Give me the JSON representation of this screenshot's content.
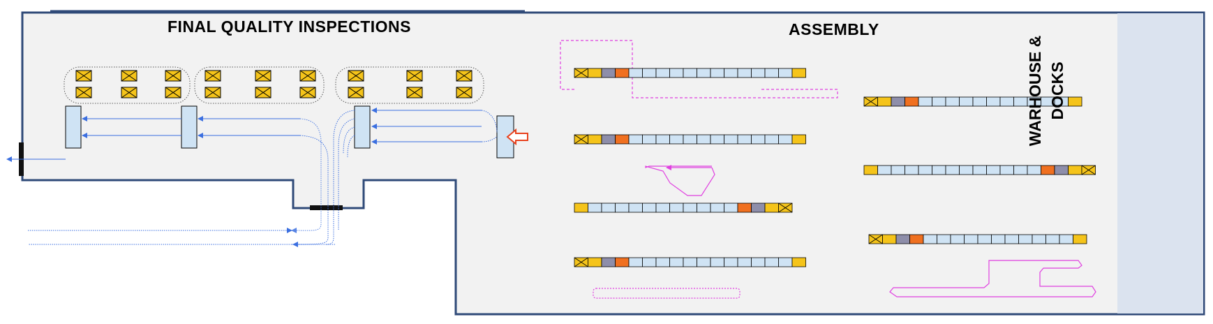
{
  "zones": {
    "final_quality": "FINAL QUALITY INSPECTIONS",
    "assembly": "ASSEMBLY",
    "warehouse_line1": "WARHOUSE &",
    "warehouse_line2": "DOCKS"
  },
  "colors": {
    "floor": "#f2f2f2",
    "wall": "#2f4a78",
    "warehouse": "#dbe3ef",
    "station": "#cfe3f4",
    "yellow": "#f5c41a",
    "grey": "#8e8eaa",
    "orange": "#f07020",
    "flow": "#3b6fe0",
    "path": "#e040e0",
    "door": "#111111",
    "inbound_arrow": "#e8401c"
  },
  "assembly_lines": [
    [
      "x",
      "y",
      "g",
      "o",
      "b",
      "b",
      "b",
      "b",
      "b",
      "b",
      "b",
      "b",
      "b",
      "b",
      "b",
      "b",
      "y"
    ],
    [
      "x",
      "y",
      "g",
      "o",
      "b",
      "b",
      "b",
      "b",
      "b",
      "b",
      "b",
      "b",
      "b",
      "b",
      "b",
      "b",
      "y"
    ],
    [
      "y",
      "b",
      "b",
      "b",
      "b",
      "b",
      "b",
      "b",
      "b",
      "b",
      "b",
      "b",
      "o",
      "g",
      "y",
      "x"
    ],
    [
      "x",
      "y",
      "g",
      "o",
      "b",
      "b",
      "b",
      "b",
      "b",
      "b",
      "b",
      "b",
      "b",
      "b",
      "b",
      "b",
      "y"
    ],
    [
      "x",
      "y",
      "g",
      "o",
      "b",
      "b",
      "b",
      "b",
      "b",
      "b",
      "b",
      "b",
      "b",
      "b",
      "b",
      "y"
    ],
    [
      "y",
      "b",
      "b",
      "b",
      "b",
      "b",
      "b",
      "b",
      "b",
      "b",
      "b",
      "b",
      "b",
      "o",
      "g",
      "y",
      "x"
    ],
    [
      "x",
      "y",
      "g",
      "o",
      "b",
      "b",
      "b",
      "b",
      "b",
      "b",
      "b",
      "b",
      "b",
      "b",
      "b",
      "y"
    ]
  ]
}
